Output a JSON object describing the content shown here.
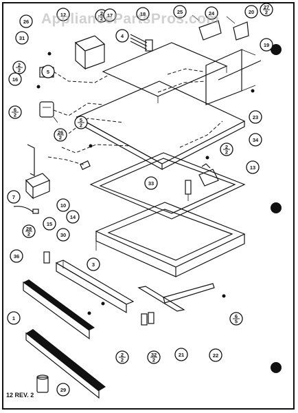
{
  "watermark": "AppliancePartsPros.com",
  "revision_note": "12 REV. 2",
  "callouts": [
    {
      "id": "c26",
      "label": "26"
    },
    {
      "id": "c12",
      "label": "12"
    },
    {
      "id": "c2a",
      "label": "2/2"
    },
    {
      "id": "c17",
      "label": "17"
    },
    {
      "id": "c18",
      "label": "18"
    },
    {
      "id": "c25",
      "label": "25"
    },
    {
      "id": "c24",
      "label": "24"
    },
    {
      "id": "c20",
      "label": "20"
    },
    {
      "id": "c27",
      "label": "27/2"
    },
    {
      "id": "c31",
      "label": "31"
    },
    {
      "id": "c4",
      "label": "4"
    },
    {
      "id": "c19",
      "label": "19"
    },
    {
      "id": "c2b",
      "label": "2/2"
    },
    {
      "id": "c16",
      "label": "16"
    },
    {
      "id": "c5",
      "label": "5"
    },
    {
      "id": "c6",
      "label": "6/2"
    },
    {
      "id": "c26b",
      "label": "26/2"
    },
    {
      "id": "c5b",
      "label": "5/2"
    },
    {
      "id": "c23",
      "label": "23"
    },
    {
      "id": "c34",
      "label": "34"
    },
    {
      "id": "c2c",
      "label": "2/2"
    },
    {
      "id": "c13",
      "label": "13"
    },
    {
      "id": "c33",
      "label": "33"
    },
    {
      "id": "c7",
      "label": "7"
    },
    {
      "id": "c10",
      "label": "10"
    },
    {
      "id": "c14",
      "label": "14"
    },
    {
      "id": "c15",
      "label": "15"
    },
    {
      "id": "c28",
      "label": "28/2"
    },
    {
      "id": "c30",
      "label": "30"
    },
    {
      "id": "c36",
      "label": "36"
    },
    {
      "id": "c3",
      "label": "3"
    },
    {
      "id": "c1",
      "label": "1"
    },
    {
      "id": "c6b",
      "label": "6/5"
    },
    {
      "id": "c2d",
      "label": "2/2"
    },
    {
      "id": "c32",
      "label": "32/2"
    },
    {
      "id": "c21",
      "label": "21"
    },
    {
      "id": "c22",
      "label": "22"
    },
    {
      "id": "c29",
      "label": "29"
    }
  ]
}
